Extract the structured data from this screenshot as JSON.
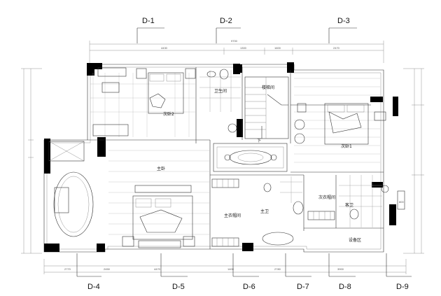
{
  "detail_markers": {
    "top": [
      "D-1",
      "D-2",
      "D-3"
    ],
    "bottom": [
      "D-4",
      "D-5",
      "D-6",
      "D-7",
      "D-8",
      "D-9"
    ]
  },
  "rooms": {
    "secondary_bedroom_2": "次卧2",
    "bathroom_top": "卫生间",
    "stair_room": "楼梯间",
    "down_arrow": "下",
    "secondary_bedroom_1": "次卧1",
    "master_bedroom": "主卧",
    "master_closet": "主衣帽间",
    "master_bath": "主卫",
    "secondary_closet": "次衣帽间",
    "bathroom_right": "客卫",
    "equipment_area": "设备区"
  },
  "top_dims": {
    "total": "9700",
    "segments": [
      "4430",
      "1300",
      "1600",
      "2470"
    ]
  },
  "bottom_dims": [
    "2770",
    "2450",
    "4470",
    "1400",
    "2780",
    "3900"
  ],
  "window_tag": "800"
}
